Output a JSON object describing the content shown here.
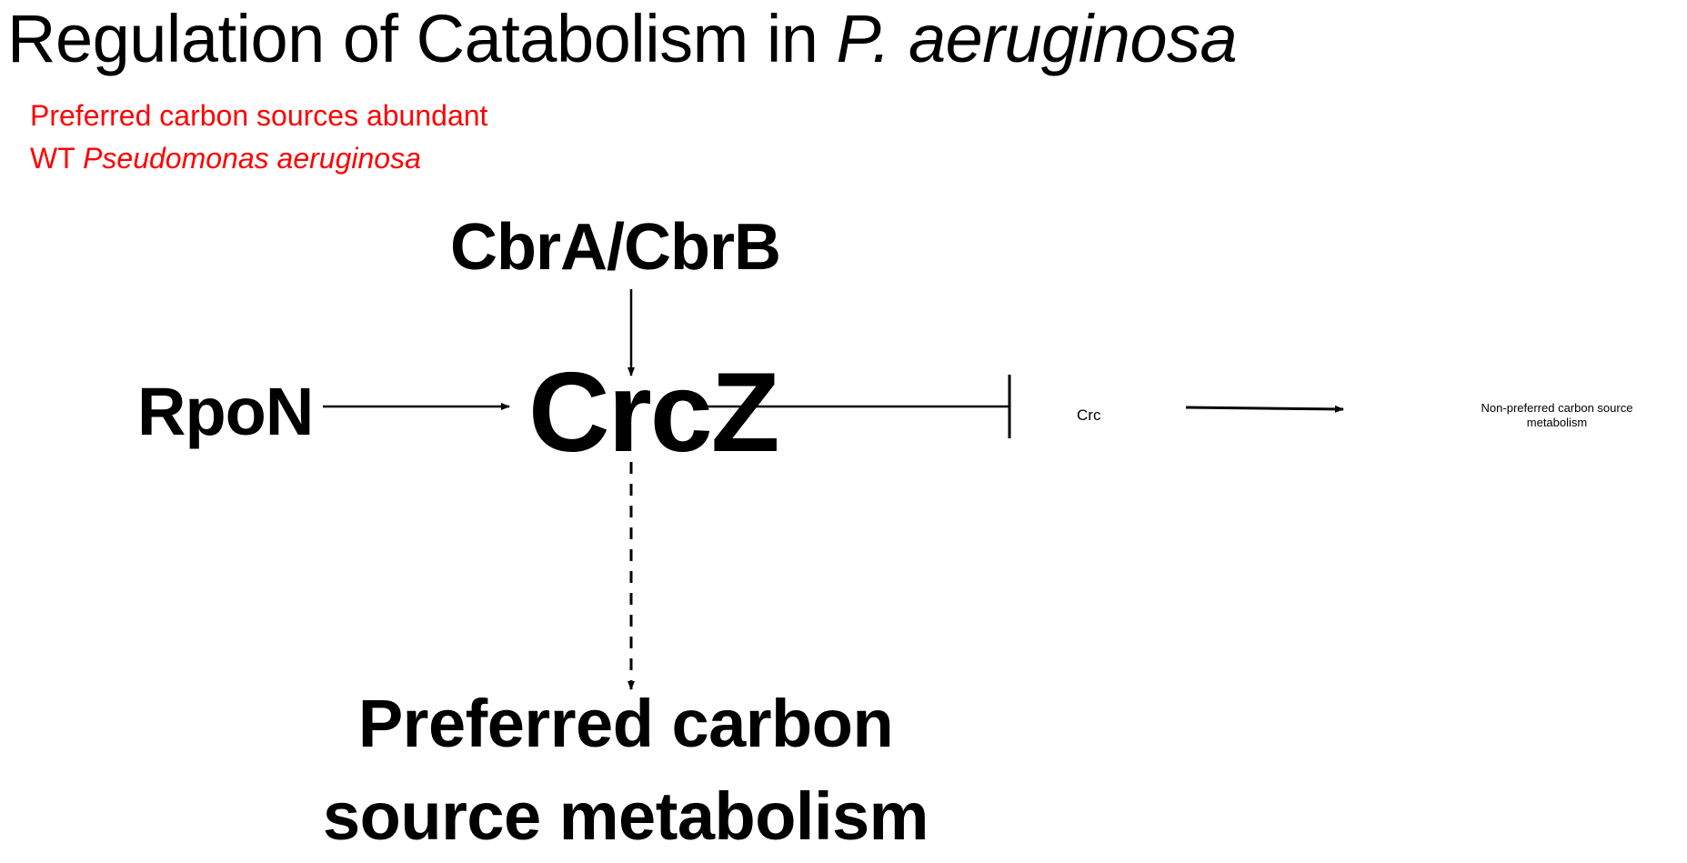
{
  "slide": {
    "title_main": "Regulation of Catabolism in ",
    "title_italic": "P. aeruginosa",
    "subtitle_line1": "Preferred carbon sources abundant",
    "subtitle_line2_prefix": "WT ",
    "subtitle_line2_italic": "Pseudomonas aeruginosa",
    "subtitle_color": "#ff0000"
  },
  "diagram": {
    "nodes": {
      "cbr": "CbrA/CbrB",
      "rpon": "RpoN",
      "crcz": "CrcZ",
      "crc": "Crc",
      "nonpref": "Non-preferred carbon source metabolism",
      "pref": "Preferred carbon source metabolism"
    },
    "edges": [
      {
        "from": "cbr",
        "to": "crcz",
        "kind": "activates",
        "style": "solid"
      },
      {
        "from": "rpon",
        "to": "crcz",
        "kind": "activates",
        "style": "solid"
      },
      {
        "from": "crcz",
        "to": "crc",
        "kind": "inhibits",
        "style": "solid"
      },
      {
        "from": "crc",
        "to": "nonpref",
        "kind": "activates",
        "style": "solid"
      },
      {
        "from": "crcz",
        "to": "pref",
        "kind": "activates",
        "style": "dashed"
      }
    ]
  }
}
